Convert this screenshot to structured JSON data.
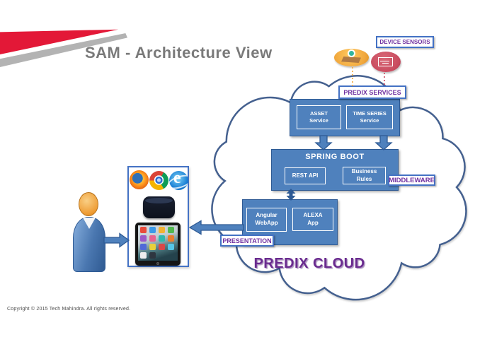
{
  "slide": {
    "title": "SAM - Architecture View",
    "copyright": "Copyright © 2015 Tech Mahindra.  All rights reserved."
  },
  "diagram": {
    "cloud_label": "PREDIX CLOUD",
    "labels": {
      "device_sensors": "DEVICE SENSORS",
      "predix_services": "PREDIX SERVICES",
      "middleware": "MIDDLEWARE",
      "presentation": "PRESENTATION"
    },
    "services_group": {
      "asset": "ASSET\nService",
      "time_series": "TIME SERIES\nService"
    },
    "middleware_group": {
      "title": "SPRING BOOT",
      "rest_api": "REST API",
      "business_rules": "Business\nRules"
    },
    "presentation_group": {
      "angular": "Angular\nWebApp",
      "alexa": "ALEXA\nApp"
    },
    "icons": {
      "sensor_1": "gps-sensor-icon",
      "sensor_2": "circuit-sensor-icon",
      "browser_1": "firefox-icon",
      "browser_2": "chrome-icon",
      "browser_3": "internet-explorer-icon",
      "speaker": "amazon-echo-icon",
      "tablet": "ipad-icon",
      "person": "user-icon"
    }
  },
  "colors": {
    "brand-red": "#e31837",
    "title-gray": "#7a7a7a",
    "box-blue": "#4f81bd",
    "box-border": "#2e5a94",
    "label-purple": "#7030a0",
    "label-border": "#4472c4",
    "cloud-stroke": "#44608f",
    "cloud-text": "#6a2b8f",
    "sensor-orange": "#f0a63c",
    "sensor-red": "#c84a5e",
    "devices-border": "#4472c4"
  }
}
